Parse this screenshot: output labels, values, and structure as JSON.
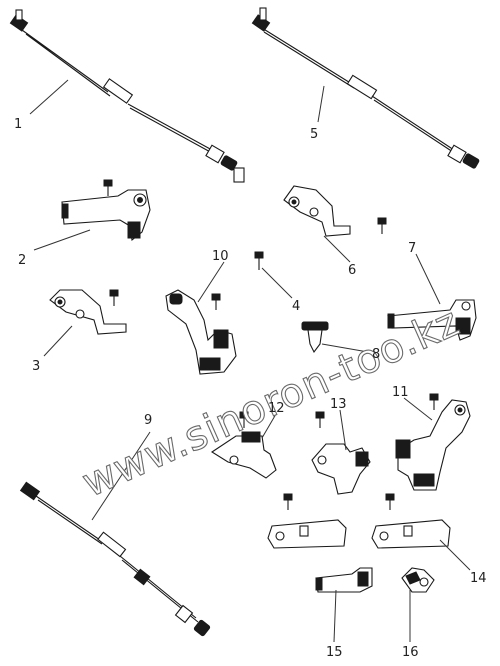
{
  "watermark": "www.sinoron-too.kz",
  "callouts": [
    {
      "id": "1",
      "label": "1"
    },
    {
      "id": "2",
      "label": "2"
    },
    {
      "id": "3",
      "label": "3"
    },
    {
      "id": "4",
      "label": "4"
    },
    {
      "id": "5",
      "label": "5"
    },
    {
      "id": "6",
      "label": "6"
    },
    {
      "id": "7",
      "label": "7"
    },
    {
      "id": "8",
      "label": "8"
    },
    {
      "id": "9",
      "label": "9"
    },
    {
      "id": "10",
      "label": "10"
    },
    {
      "id": "11",
      "label": "11"
    },
    {
      "id": "12",
      "label": "12"
    },
    {
      "id": "13",
      "label": "13"
    },
    {
      "id": "14",
      "label": "14"
    },
    {
      "id": "15",
      "label": "15"
    },
    {
      "id": "16",
      "label": "16"
    }
  ]
}
